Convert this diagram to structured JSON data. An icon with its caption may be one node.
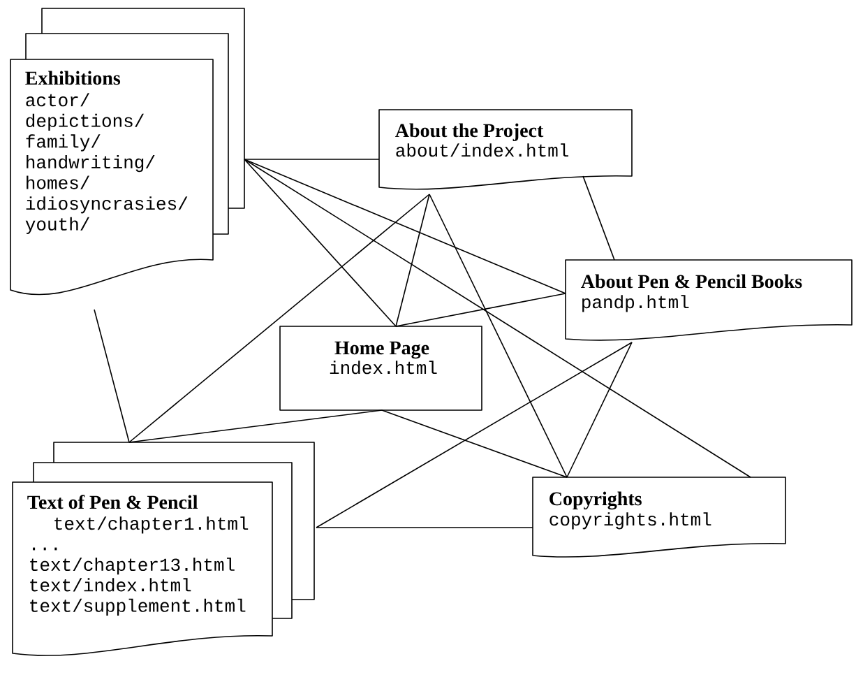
{
  "diagram": {
    "nodes": [
      {
        "text": [
          "Exhibitions",
          "actor/",
          "depictions/",
          "family/",
          "handwriting/",
          "homes/",
          "idiosyncrasies/",
          "youth/"
        ]
      },
      {
        "text": [
          "About the Project",
          "about/index.html"
        ]
      },
      {
        "text": [
          "About Pen & Pencil Books",
          "pandp.html"
        ]
      },
      {
        "text": [
          "Home Page",
          "index.html"
        ]
      },
      {
        "text": [
          "Text of Pen & Pencil",
          "text/chapter1.html",
          "...",
          "text/chapter13.html",
          "text/index.html",
          "text/supplement.html"
        ]
      },
      {
        "text": [
          "Copyrights",
          "copyrights.html"
        ]
      }
    ],
    "edges": [
      {
        "from": 0,
        "to": 1,
        "arrow": "none"
      },
      {
        "from": 0,
        "to": 3,
        "arrow": "none"
      },
      {
        "from": 0,
        "to": 2,
        "arrow": "none"
      },
      {
        "from": 0,
        "to": 5,
        "arrow": "none"
      },
      {
        "from": 0,
        "to": 4,
        "arrow": "none"
      },
      {
        "from": 1,
        "to": 4,
        "arrow": "none"
      },
      {
        "from": 1,
        "to": 3,
        "arrow": "none"
      },
      {
        "from": 1,
        "to": 5,
        "arrow": "none"
      },
      {
        "from": 1,
        "to": 2,
        "arrow": "none"
      },
      {
        "from": 2,
        "to": 3,
        "arrow": "none"
      },
      {
        "from": 2,
        "to": 4,
        "arrow": "none"
      },
      {
        "from": 2,
        "to": 5,
        "arrow": "none"
      },
      {
        "from": 3,
        "to": 4,
        "arrow": "none"
      },
      {
        "from": 3,
        "to": 5,
        "arrow": "none"
      },
      {
        "from": 4,
        "to": 5,
        "arrow": "none"
      }
    ]
  }
}
